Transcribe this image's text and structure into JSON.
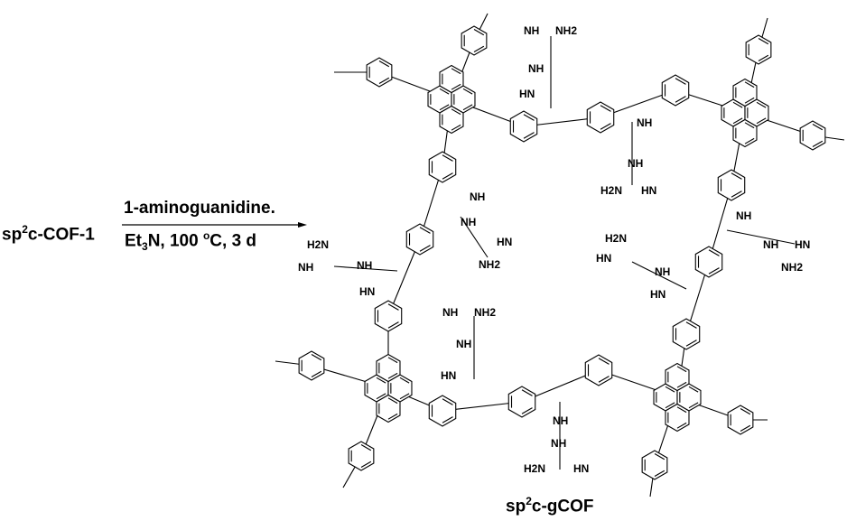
{
  "reaction": {
    "reactant": {
      "prefix": "sp",
      "sup": "2",
      "suffix": "c-COF-1"
    },
    "reagent_line1": "1-aminoguanidine.",
    "reagent_line2": {
      "prefix": "Et",
      "sub": "3",
      "suffix": "N, 100 ",
      "deg": "o",
      "rest": "C, 3 d"
    },
    "product": {
      "prefix": "sp",
      "sup": "2",
      "suffix": "c-gCOF"
    }
  },
  "structure_labels": {
    "nh": "NH",
    "nh2": "NH2",
    "h2n": "H2N",
    "hn": "HN",
    "imine_hn": "HN",
    "imine_nh": "NH"
  },
  "colors": {
    "ink": "#000000",
    "background": "#ffffff"
  }
}
